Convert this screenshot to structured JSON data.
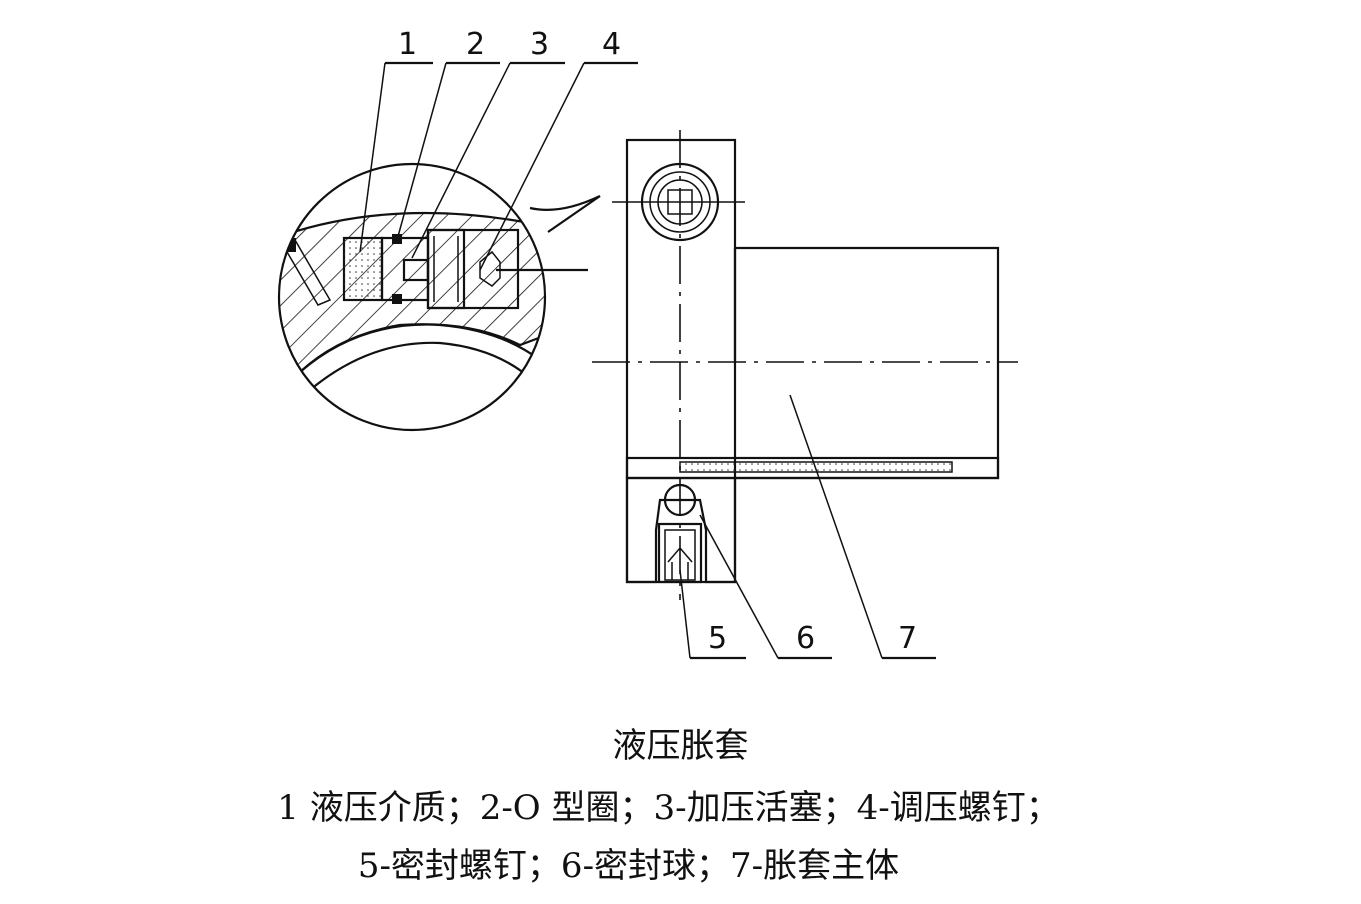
{
  "figure": {
    "title": "液压胀套",
    "legend_line1": "1 液压介质；2-O 型圈；3-加压活塞；4-调压螺钉；",
    "legend_line2": "5-密封螺钉；6-密封球；7-胀套主体"
  },
  "labels": {
    "l1": "1",
    "l2": "2",
    "l3": "3",
    "l4": "4",
    "l5": "5",
    "l6": "6",
    "l7": "7"
  }
}
